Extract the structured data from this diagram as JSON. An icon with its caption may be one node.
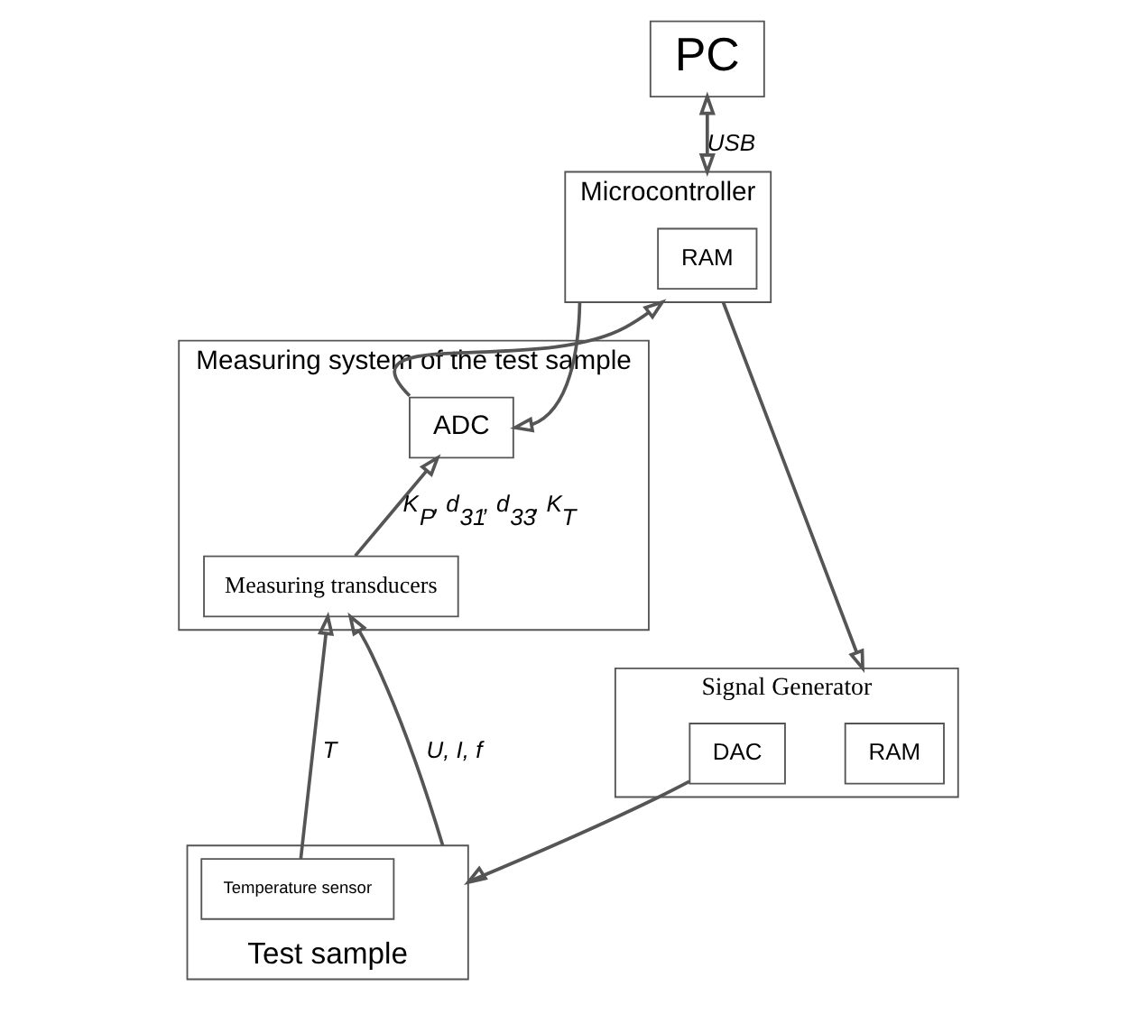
{
  "diagram": {
    "nodes": [
      {
        "text": [
          "PC"
        ]
      },
      {
        "text": [
          "Microcontroller"
        ]
      },
      {
        "text": [
          "RAM"
        ],
        "in": 1
      },
      {
        "text": [
          "Measuring system of the test sample"
        ]
      },
      {
        "text": [
          "ADC"
        ],
        "in": 3
      },
      {
        "text": [
          "Measuring transducers"
        ],
        "in": 3
      },
      {
        "text": [
          "Signal Generator"
        ]
      },
      {
        "text": [
          "RAM"
        ],
        "in": 6
      },
      {
        "text": [
          "DAC"
        ],
        "in": 6
      },
      {
        "text": [
          "Test sample"
        ]
      },
      {
        "text": [
          "Temperature sensor"
        ],
        "in": 9
      }
    ],
    "edges": [
      {
        "from": 0,
        "to": 1,
        "arrow": "both",
        "label": "USB"
      },
      {
        "from": 4,
        "to": 1,
        "arrow": "to"
      },
      {
        "from": 1,
        "to": 4,
        "arrow": "to"
      },
      {
        "from": 1,
        "to": 6,
        "arrow": "to"
      },
      {
        "from": 5,
        "to": 4,
        "arrow": "to",
        "label": "K$_{P}$, d$_{31}$, d$_{33}$, K$_{T}$"
      },
      {
        "from": 8,
        "to": 9,
        "arrow": "to"
      },
      {
        "from": 9,
        "to": 5,
        "arrow": "to",
        "label": "U, I, f"
      },
      {
        "from": 10,
        "to": 5,
        "arrow": "to",
        "label": "T"
      }
    ]
  }
}
